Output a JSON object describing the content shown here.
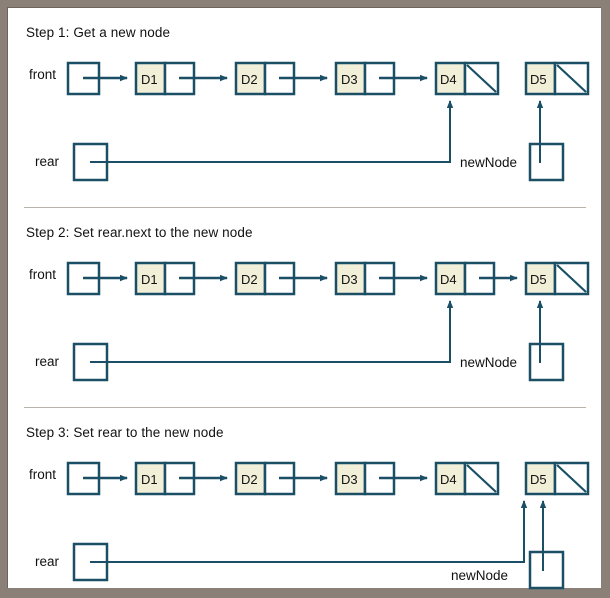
{
  "figure": {
    "title_absent": true,
    "border_color": "#8b8078",
    "background": "#ffffff",
    "stroke_color": "#1a4f66",
    "data_cell_fill": "#f2efd9",
    "pointer_cell_fill": "#ffffff",
    "text_color": "#111111"
  },
  "labels": {
    "front": "front",
    "rear": "rear",
    "newNode": "newNode"
  },
  "steps": [
    {
      "id": "step-1",
      "title": "Step 1: Get a new node",
      "nodes": [
        "D1",
        "D2",
        "D3",
        "D4",
        "D5"
      ],
      "chain": [
        "D1",
        "D2",
        "D3",
        "D4"
      ],
      "detached": "D5",
      "d4_next": "null",
      "d5_next": "null",
      "rear_target": "D4",
      "newNode_target": "D5"
    },
    {
      "id": "step-2",
      "title": "Step 2: Set rear.next to the new node",
      "nodes": [
        "D1",
        "D2",
        "D3",
        "D4",
        "D5"
      ],
      "chain": [
        "D1",
        "D2",
        "D3",
        "D4",
        "D5"
      ],
      "detached": "",
      "d4_next": "D5",
      "d5_next": "null",
      "rear_target": "D4",
      "newNode_target": "D5"
    },
    {
      "id": "step-3",
      "title": "Step 3: Set rear to the new node",
      "nodes": [
        "D1",
        "D2",
        "D3",
        "D4",
        "D5"
      ],
      "chain": [
        "D1",
        "D2",
        "D3",
        "D4"
      ],
      "detached": "D5",
      "d4_next": "null",
      "d5_next": "null",
      "rear_target": "D5",
      "newNode_target": "D5"
    }
  ],
  "node_values": {
    "n1": "D1",
    "n2": "D2",
    "n3": "D3",
    "n4": "D4",
    "n5": "D5"
  }
}
